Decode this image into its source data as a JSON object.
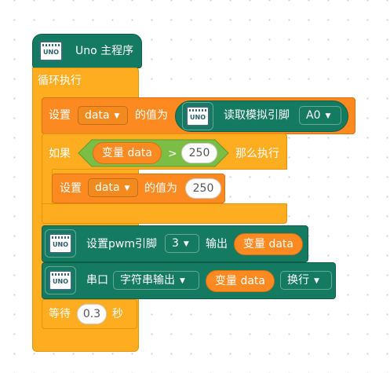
{
  "hat_block": {
    "icon_label": "UNO",
    "title": "Uno 主程序"
  },
  "loop_block": {
    "label": "循环执行"
  },
  "set_var_block": {
    "prefix": "设置",
    "variable": "data",
    "suffix": "的值为",
    "analog_read": {
      "icon_label": "UNO",
      "label": "读取模拟引脚",
      "pin": "A0"
    }
  },
  "if_block": {
    "prefix": "如果",
    "condition": {
      "variable_label": "变量 data",
      "operator": ">",
      "value": "250"
    },
    "suffix": "那么执行"
  },
  "inner_set_block": {
    "prefix": "设置",
    "variable": "data",
    "suffix": "的值为",
    "value": "250"
  },
  "pwm_block": {
    "icon_label": "UNO",
    "prefix": "设置pwm引脚",
    "pin": "3",
    "mid": "输出",
    "value_label": "变量 data"
  },
  "serial_block": {
    "icon_label": "UNO",
    "prefix": "串口",
    "mode": "字符串输出",
    "value_label": "变量 data",
    "ending": "换行"
  },
  "wait_block": {
    "prefix": "等待",
    "value": "0.3",
    "unit": "秒"
  },
  "colors": {
    "teal": "#157a62",
    "yellow": "#fdad1f",
    "orange": "#fd8a20"
  }
}
